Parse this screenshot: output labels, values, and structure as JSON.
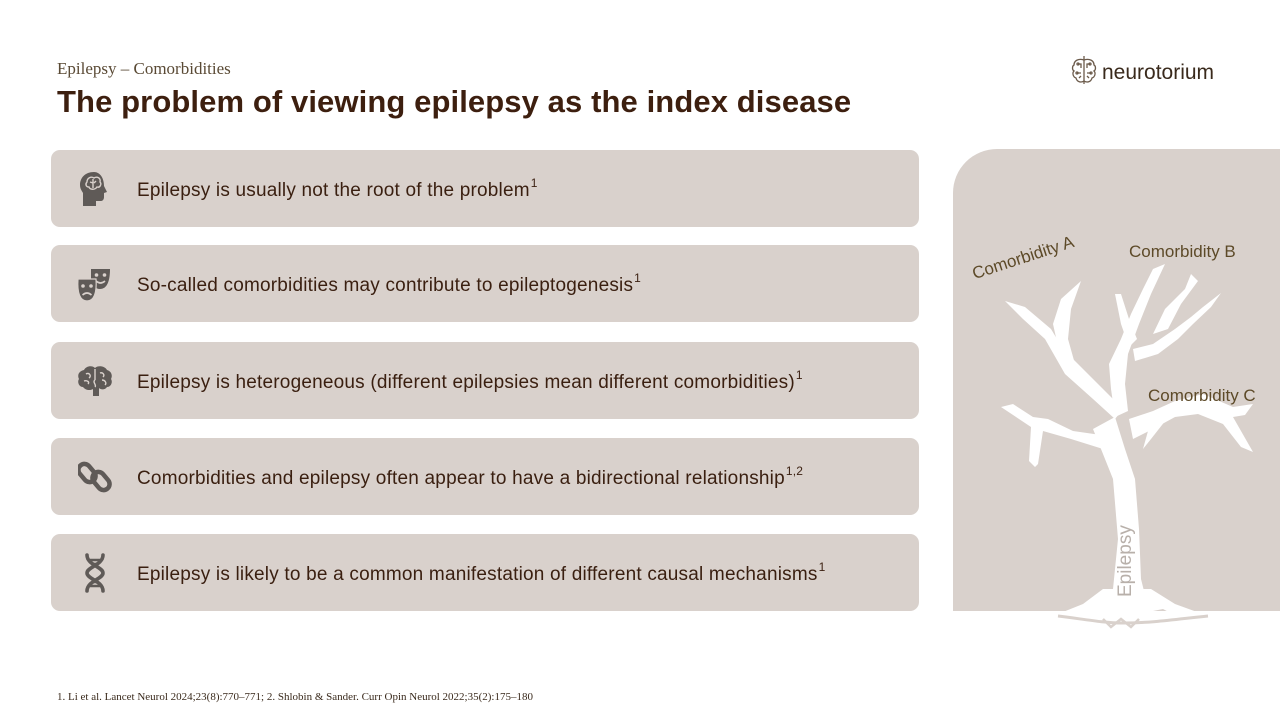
{
  "header": {
    "subtitle": "Epilepsy – Comorbidities",
    "title": "The problem of viewing epilepsy as the index disease"
  },
  "logo": {
    "text": "neurotorium",
    "icon": "brain-circuit-icon"
  },
  "points": [
    {
      "text": "Epilepsy is usually not the root of the problem",
      "ref": "1",
      "icon": "head-brain-icon"
    },
    {
      "text": "So-called comorbidities may contribute to epileptogenesis",
      "ref": "1",
      "icon": "theater-masks-icon"
    },
    {
      "text": "Epilepsy is heterogeneous (different epilepsies mean different comorbidities)",
      "ref": "1",
      "icon": "brain-icon"
    },
    {
      "text": "Comorbidities and epilepsy often appear to have a bidirectional relationship",
      "ref": "1,2",
      "icon": "chain-link-icon"
    },
    {
      "text": "Epilepsy is likely to be a common manifestation of different causal mechanisms",
      "ref": "1",
      "icon": "dna-icon"
    }
  ],
  "diagram": {
    "trunk_label": "Epilepsy",
    "branches": [
      "Comorbidity A",
      "Comorbidity B",
      "Comorbidity C"
    ]
  },
  "colors": {
    "card_bg": "#d9d1cc",
    "title": "#3d1f0f",
    "icon": "#5f5a57",
    "label": "#5d4a28"
  },
  "footnote": "1. Li et al. Lancet Neurol 2024;23(8):770–771; 2. Shlobin & Sander. Curr Opin Neurol 2022;35(2):175–180"
}
